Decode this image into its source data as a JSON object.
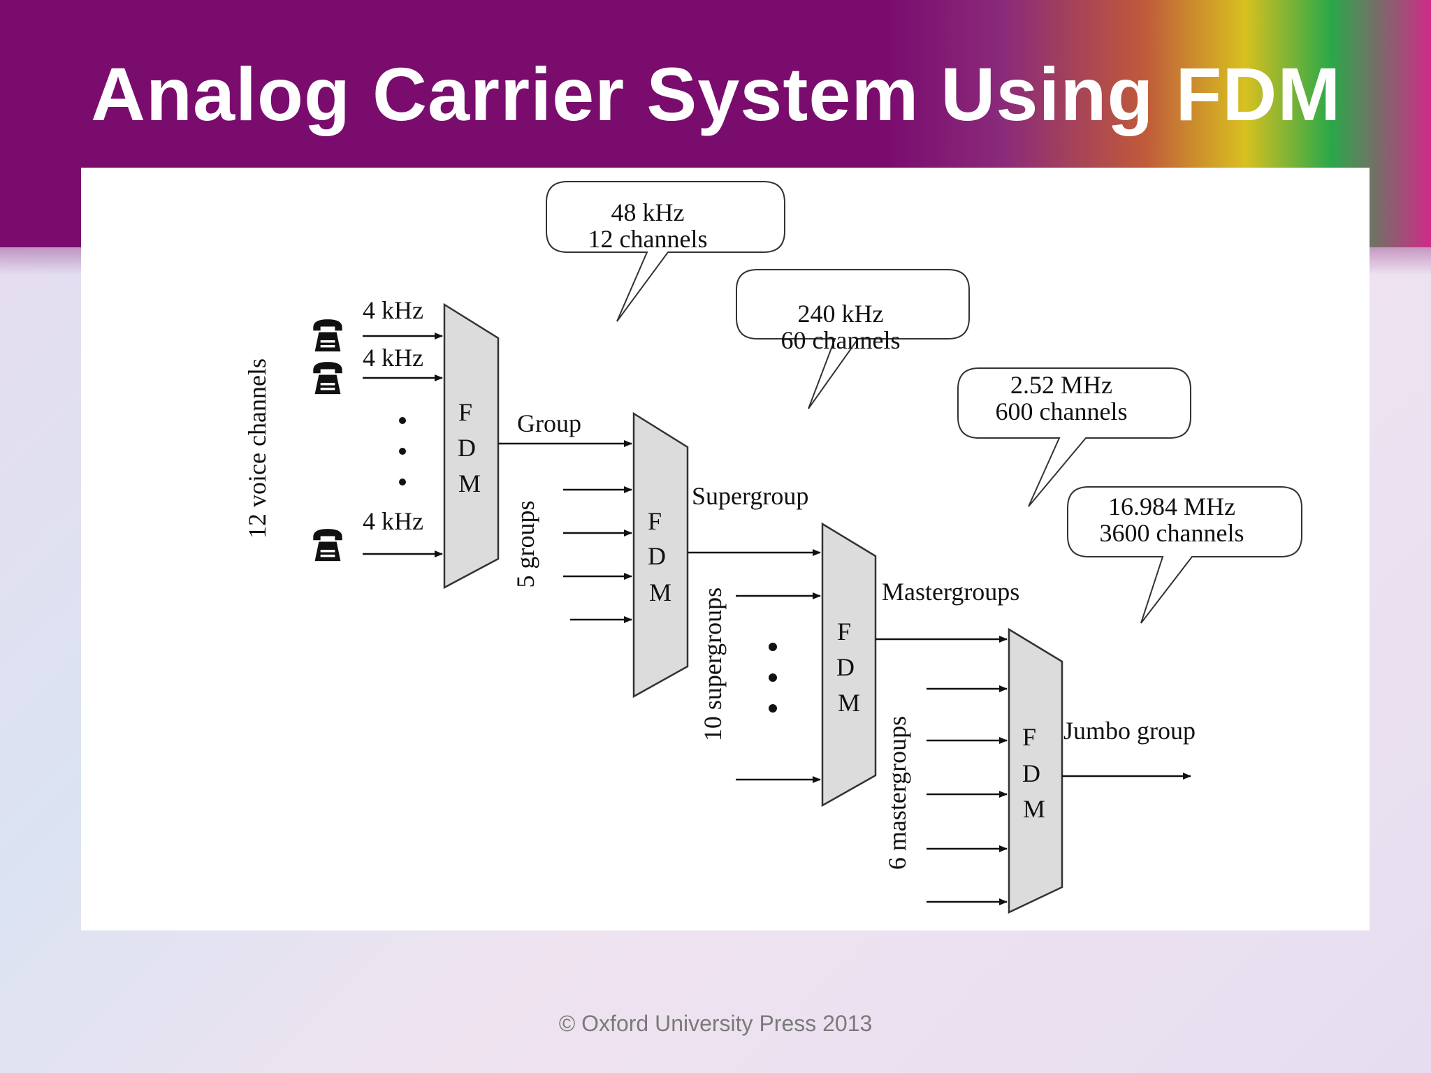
{
  "slide": {
    "title": "Analog Carrier System Using FDM",
    "credit": "© Oxford University Press 2013"
  },
  "diagram": {
    "voice_channels_label": "12 voice channels",
    "input_freq_1": "4 kHz",
    "input_freq_2": "4 kHz",
    "input_freq_3": "4 kHz",
    "groups_label": "5 groups",
    "supergroups_label": "10 supergroups",
    "mastergroups_label": "6 mastergroups",
    "output_group": "Group",
    "output_supergroup": "Supergroup",
    "output_mastergroups": "Mastergroups",
    "output_jumbo": "Jumbo group",
    "mux_letters": [
      "F",
      "D",
      "M"
    ],
    "callouts": [
      {
        "line1": "48 kHz",
        "line2": "12 channels"
      },
      {
        "line1": "240 kHz",
        "line2": "60 channels"
      },
      {
        "line1": "2.52 MHz",
        "line2": "600 channels"
      },
      {
        "line1": "16.984 MHz",
        "line2": "3600 channels"
      }
    ]
  }
}
